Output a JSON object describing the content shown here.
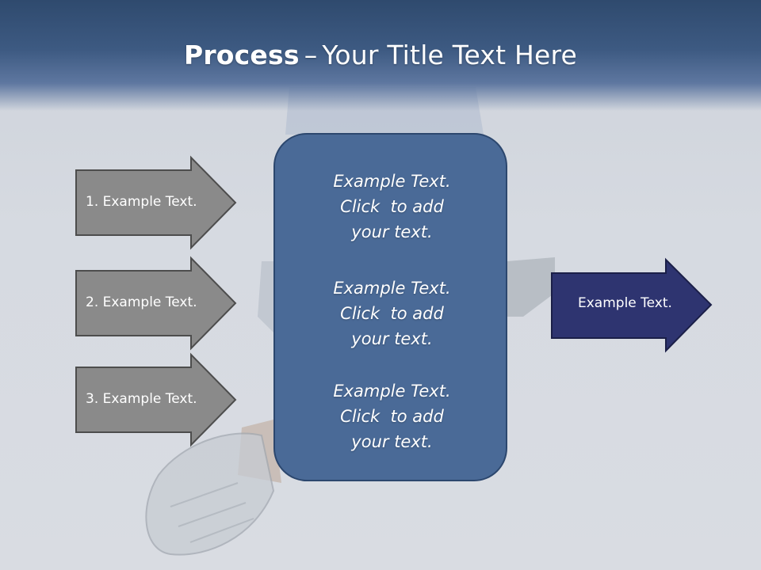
{
  "title": {
    "bold": "Process",
    "separator": "–",
    "rest": "Your Title Text Here"
  },
  "steps": [
    {
      "label": "1. Example Text."
    },
    {
      "label": "2. Example Text."
    },
    {
      "label": "3. Example Text."
    }
  ],
  "center_blocks": [
    {
      "line1": "Example Text.",
      "line2": "Click  to add",
      "line3": "your text."
    },
    {
      "line1": "Example Text.",
      "line2": "Click  to add",
      "line3": "your text."
    },
    {
      "line1": "Example Text.",
      "line2": "Click  to add",
      "line3": "your text."
    }
  ],
  "output": {
    "label": "Example Text."
  },
  "colors": {
    "header": "#3d5a82",
    "step_arrow": "#8a8a8a",
    "center_box": "#4a6a97",
    "output_arrow": "#2e3470"
  }
}
